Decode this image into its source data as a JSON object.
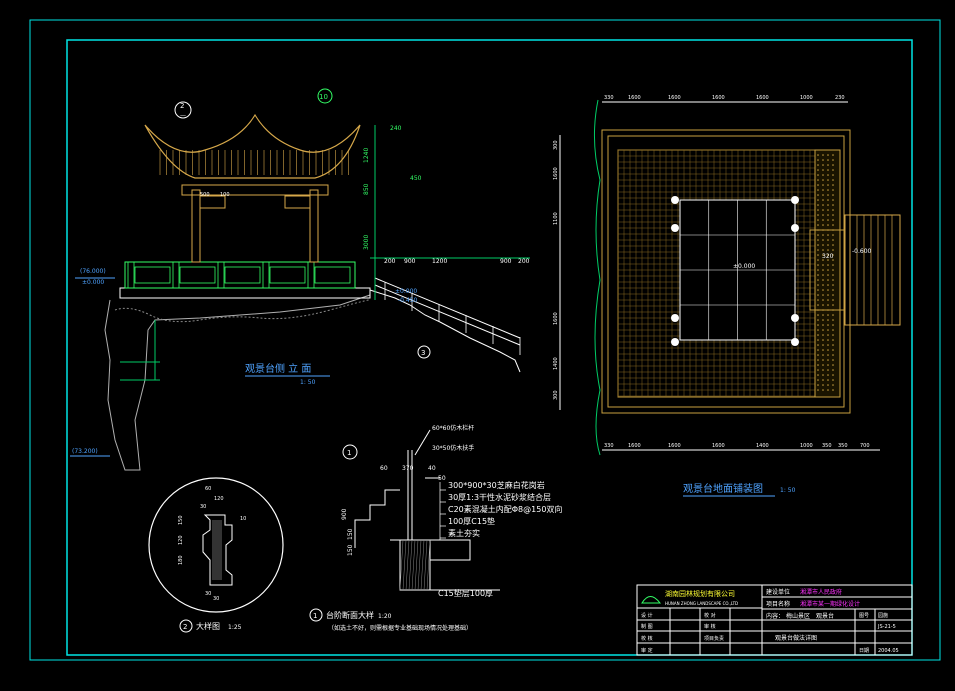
{
  "colors": {
    "background": "#000000",
    "frame": "#00e5e5",
    "roof": "#d6a84a",
    "dim": "#00cc66",
    "text_green": "#33ff66",
    "title_blue": "#4fa3ff",
    "white": "#ffffff",
    "yellow": "#ffff33",
    "magenta": "#ff33ff",
    "paving": "#c8a040"
  },
  "elevation": {
    "title": "观景台侧 立 面",
    "scale": "1: 50",
    "callout_top": "2",
    "callout_top_sub": "—",
    "callout_right": "10",
    "level_labels": [
      "(76.000)",
      "±0.000",
      "(73.200)"
    ],
    "dims_right": [
      "1240",
      "850",
      "450",
      "3000",
      "240"
    ],
    "dims_stairs": [
      "200",
      "900",
      "1200",
      "900",
      "200"
    ],
    "small_labels": [
      "±0.000",
      "-0.450",
      "100",
      "500"
    ],
    "stair_callout": "3"
  },
  "plan": {
    "title": "观景台地面铺装图",
    "scale": "1: 50",
    "top_dims": [
      "330",
      "1600",
      "1600",
      "1600",
      "1600",
      "1000",
      "230"
    ],
    "bottom_dims": [
      "330",
      "1600",
      "1600",
      "1600",
      "1400",
      "1000",
      "350",
      "350",
      "700"
    ],
    "left_dims": [
      "300",
      "1600",
      "1100",
      "1600",
      "1400",
      "300"
    ],
    "center_label": "±0.000",
    "side_label": "-0.600",
    "side_dim": "320"
  },
  "detail_circle": {
    "callout": "2",
    "title": "大样图",
    "scale": "1:25",
    "dims": [
      "60",
      "120",
      "30",
      "150",
      "120",
      "180",
      "30",
      "30",
      "10"
    ]
  },
  "section": {
    "callout": "1",
    "title": "台阶断面大样",
    "scale": "1:20",
    "note": "（如选土不好，则需根据专业基础现场情况处理基础）",
    "labels": [
      "300*900*30芝麻白花岗岩",
      "30厚1:3干性水泥砂浆结合层",
      "C20素混凝土内配Φ8@150双向",
      "100厚C15垫",
      "素土夯实"
    ],
    "top_labels": [
      "60*60仿木栏杆",
      "30*50仿木扶手"
    ],
    "bottom_label": "C15垫层100厚",
    "dims": [
      "60",
      "370",
      "40",
      "50",
      "900",
      "150",
      "150"
    ]
  },
  "title_block": {
    "company": "湖南园林规划有限公司",
    "company_en": "HUNAN ZHONG LANDSCAPE CO.,LTD",
    "client_label": "建设单位",
    "client": "湘潭市人民政府",
    "project_label": "项目名称",
    "project": "湘潭市某一期绿化设计",
    "content_label": "内容：",
    "content": "梅山景区　观景台",
    "drawing": "观景台做法详图",
    "roles": [
      "设 计",
      "制 图",
      "校 核",
      "审 定"
    ],
    "roles2": [
      "校 对",
      "审 核",
      "项目负责"
    ],
    "meta_labels": [
      "图号",
      "日期"
    ],
    "meta_values": [
      "园施",
      "JS-21-5",
      "2004.05"
    ]
  }
}
